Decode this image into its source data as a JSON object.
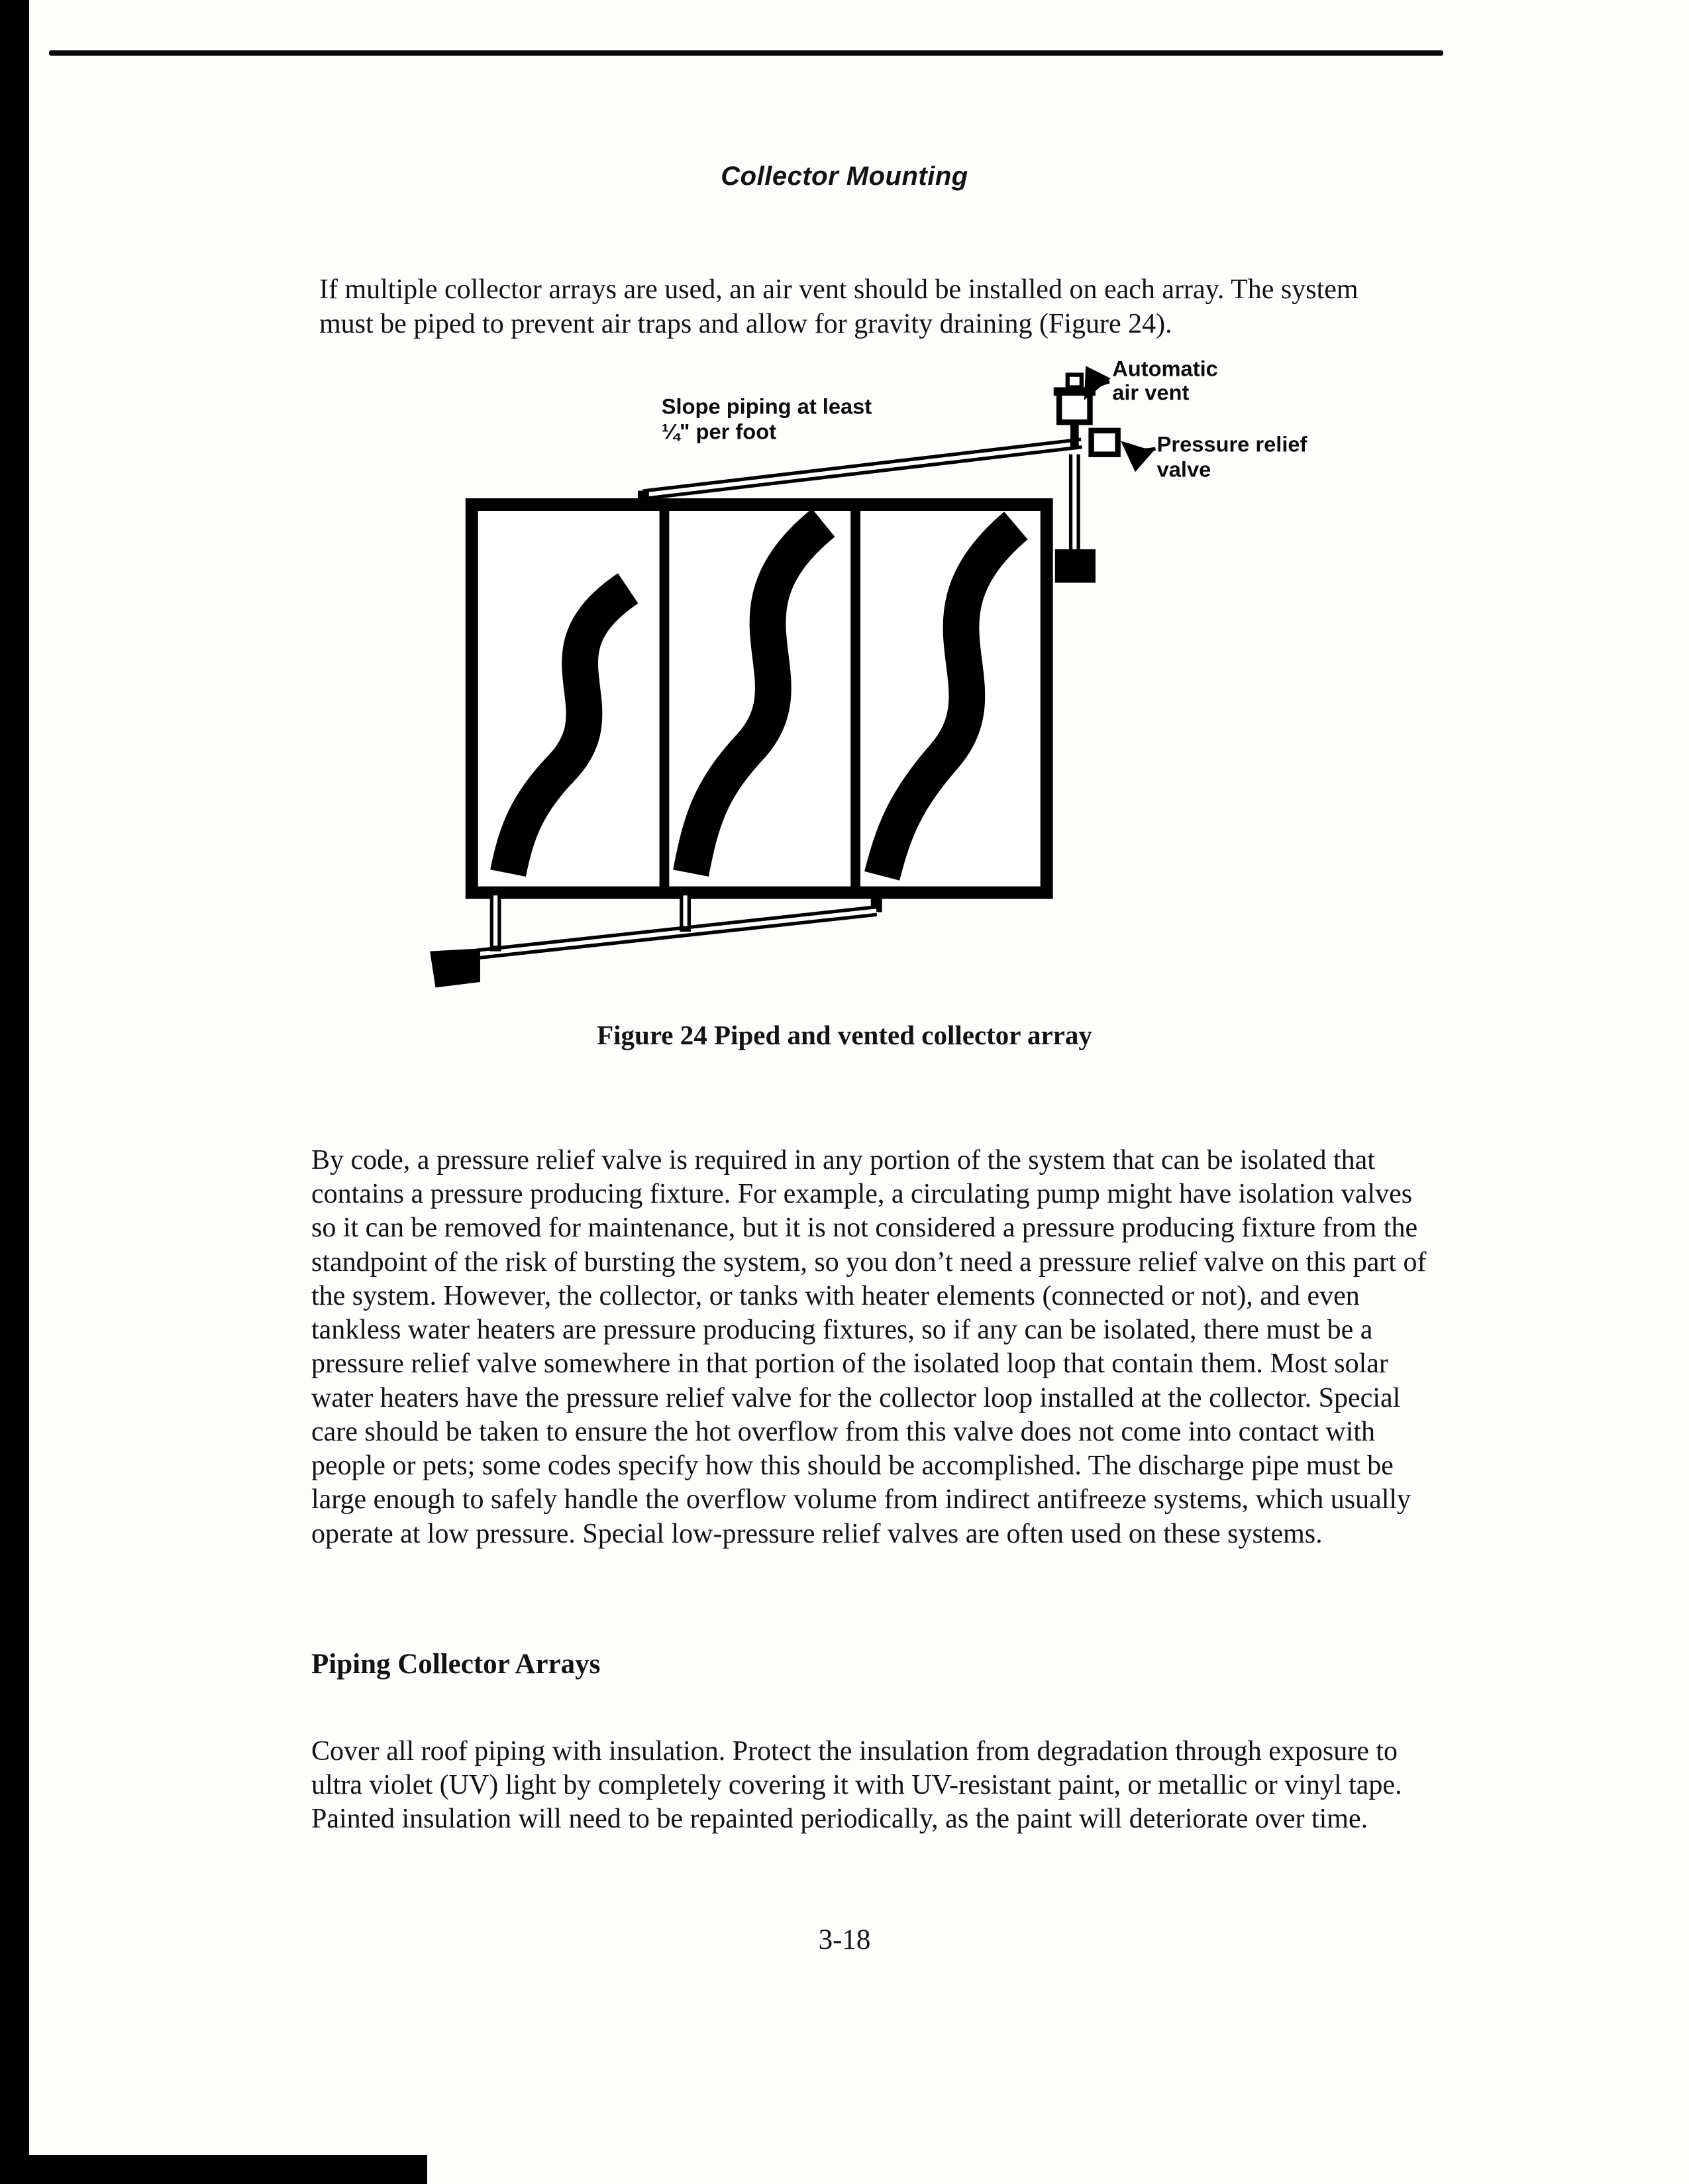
{
  "page": {
    "running_header": "Collector Mounting",
    "page_number": "3-18"
  },
  "intro_paragraph": "If multiple collector arrays are used, an air vent should be installed on each array. The system must be piped to prevent air traps and allow for gravity draining (Figure 24).",
  "figure": {
    "caption": "Figure 24 Piped and vented collector array",
    "labels": {
      "slope_line1": "Slope piping at least",
      "slope_line2": "¼\" per foot",
      "air_vent_line1": "Automatic",
      "air_vent_line2": "air vent",
      "relief_line1": "Pressure relief",
      "relief_line2": "valve"
    }
  },
  "body_paragraph": "By code, a pressure relief valve is required in any portion of the system that can be isolated that contains a pressure producing fixture.  For example, a circulating pump might have isolation valves so it can be removed for maintenance, but it is not considered a pressure producing fixture from the standpoint of the risk of bursting the system, so you don’t need a pressure relief valve on this part of the system.  However, the collector, or tanks with heater elements (connected or not), and even tankless water heaters are pressure producing fixtures, so if any can be isolated, there must be a pressure relief valve somewhere in that portion of the isolated loop that contain them.  Most solar water heaters have the pressure relief valve for the collector loop installed at the collector. Special care should be taken to ensure the hot overflow from this valve does not come into contact with people or pets; some codes specify how this should be accomplished. The discharge pipe must be large enough to safely handle the overflow volume from indirect antifreeze systems, which usually operate at low pressure. Special low-pressure relief valves are often used on these systems.",
  "section": {
    "heading": "Piping Collector Arrays",
    "body": "Cover all roof piping with insulation. Protect the insulation from degradation through exposure to ultra violet (UV) light by completely covering it with UV-resistant paint, or metallic or vinyl tape. Painted insulation will need to be repainted periodically, as the paint will deteriorate over time."
  }
}
